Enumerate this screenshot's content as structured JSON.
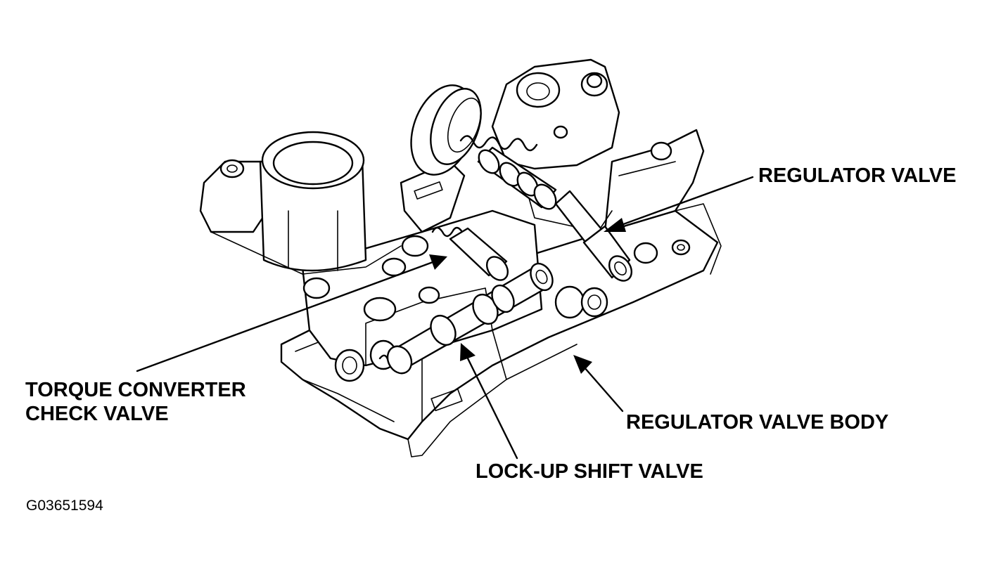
{
  "labels": {
    "regulator_valve": "REGULATOR VALVE",
    "torque_converter_line1": "TORQUE CONVERTER",
    "torque_converter_line2": "CHECK VALVE",
    "regulator_valve_body": "REGULATOR VALVE BODY",
    "lockup_shift_valve": "LOCK-UP SHIFT VALVE"
  },
  "figure_id": "G03651594"
}
